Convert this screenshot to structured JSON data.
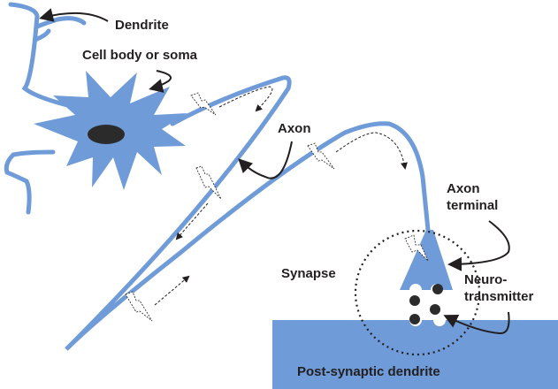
{
  "title": "Neuron and synapse diagram",
  "colors": {
    "neuron": "#6f9bd8",
    "nucleus": "#2b2b2b",
    "ink": "#231f20"
  },
  "labels": {
    "dendrite": "Dendrite",
    "soma": "Cell body or soma",
    "axon": "Axon",
    "axon_terminal_1": "Axon",
    "axon_terminal_2": "terminal",
    "synapse": "Synapse",
    "neurotransmitter_1": "Neuro-",
    "neurotransmitter_2": "transmitter",
    "post_synaptic": "Post-synaptic dendrite"
  }
}
